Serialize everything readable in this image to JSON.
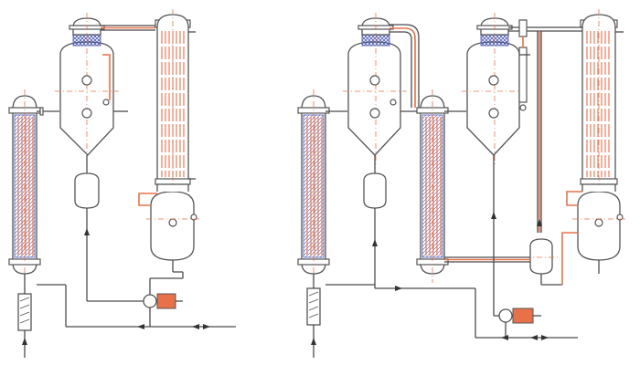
{
  "figure": {
    "units": [
      {
        "stages": 1,
        "has_preheater": true
      },
      {
        "stages": 2,
        "has_preheater": true
      }
    ]
  },
  "colors": {
    "line": "#4a4a4a",
    "accent": "#e8714a",
    "packing": "#4b59b0"
  },
  "icons": [
    "evaporator-vessel",
    "condenser",
    "receiver-tank",
    "pump",
    "valve",
    "preheater",
    "sight-glass",
    "flow-arrow"
  ]
}
